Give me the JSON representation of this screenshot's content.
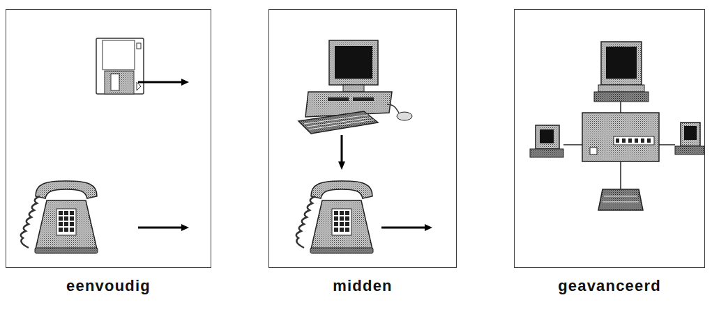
{
  "diagram": {
    "nodes": [
      {
        "text": [
          "eenvoudig"
        ]
      },
      {
        "text": [
          "midden"
        ]
      },
      {
        "text": [
          "geavanceerd"
        ]
      }
    ]
  }
}
